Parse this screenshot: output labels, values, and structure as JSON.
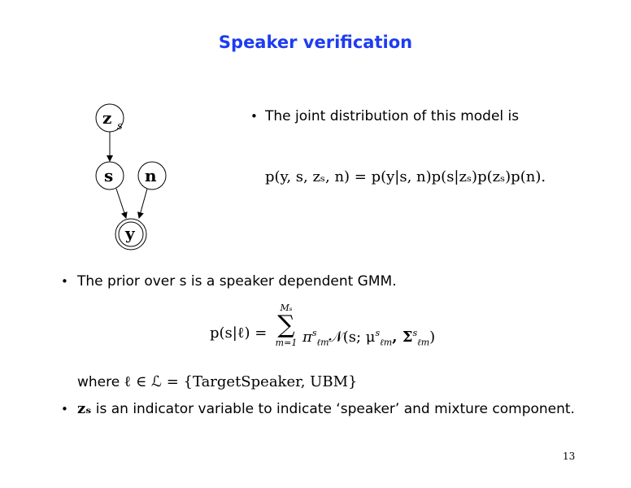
{
  "title": "Speaker verification",
  "diagram": {
    "nodes": {
      "zs": "z",
      "zs_sub": "s",
      "s": "s",
      "n": "n",
      "y": "y"
    }
  },
  "bullet1": {
    "text": "The joint distribution of this model is",
    "equation": "p(y, s, zₛ, n) = p(y|s, n)p(s|zₛ)p(zₛ)p(n)."
  },
  "bullet2": {
    "text": "The prior over s is a speaker dependent GMM.",
    "eq_lhs": "p(s|ℓ) =",
    "sum_upper": "Mₛ",
    "sum_symbol": "∑",
    "sum_lower": "m=1",
    "eq_rhs": "π",
    "eq_rhs_sup": "s",
    "eq_rhs_sub": "ℓm",
    "eq_rhs_rest": "𝒩(s; μ",
    "mu_sup": "s",
    "mu_sub": "ℓm",
    "sigma": ", Σ",
    "sigma_sup": "s",
    "sigma_sub": "ℓm",
    "close": ")",
    "where_label": "where",
    "where_math": "ℓ ∈ ℒ = {TargetSpeaker, UBM}"
  },
  "bullet3": {
    "var": "zₛ",
    "text": "is an indicator variable to indicate ‘speaker’ and mixture component."
  },
  "page_number": "13"
}
